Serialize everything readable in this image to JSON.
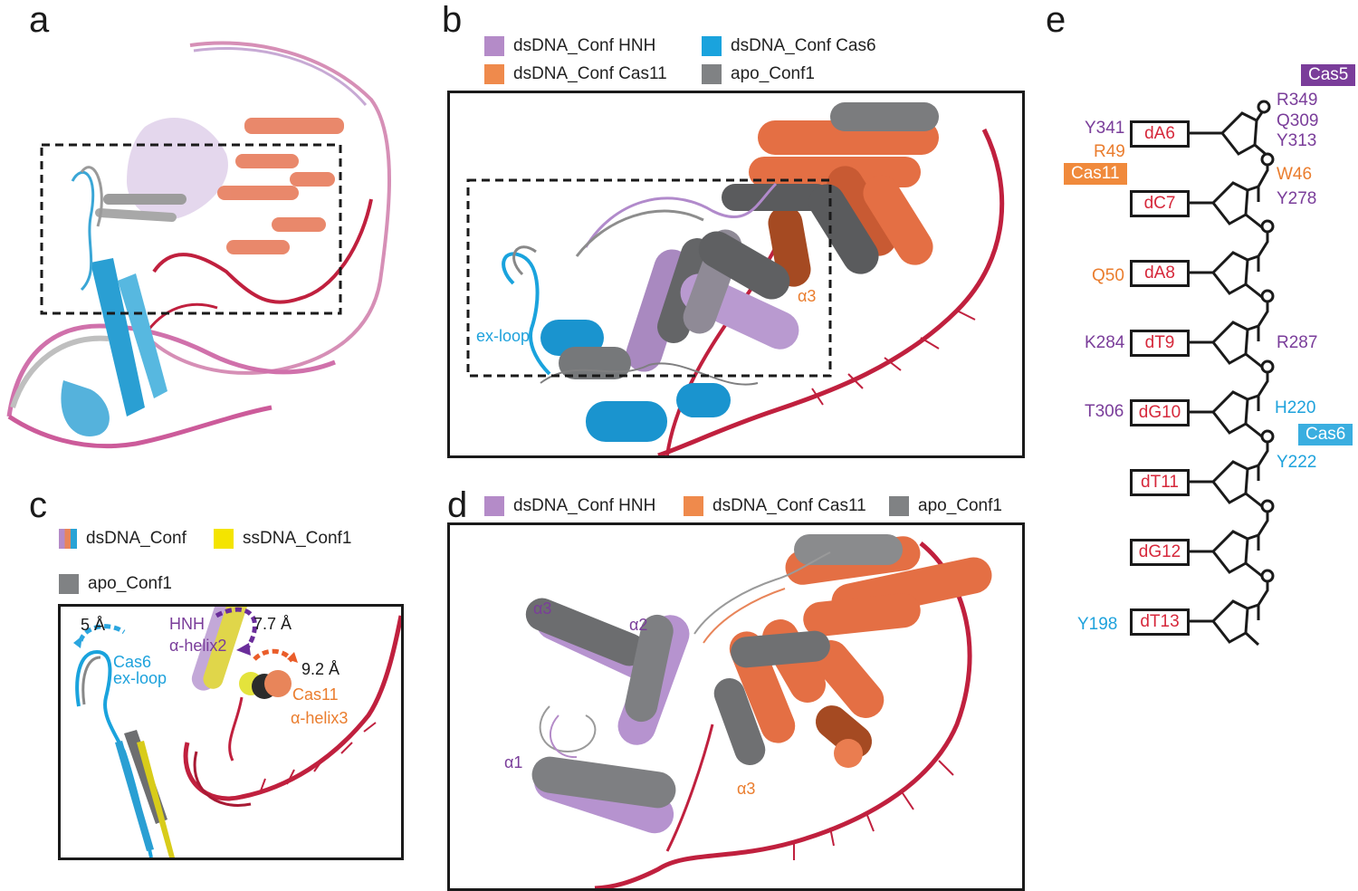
{
  "panels": {
    "a": {
      "label": "a"
    },
    "b": {
      "label": "b",
      "legend": [
        {
          "text": "dsDNA_Conf HNH",
          "color": "#b48bc8"
        },
        {
          "text": "dsDNA_Conf Cas6",
          "color": "#1aa3dd"
        },
        {
          "text": "dsDNA_Conf Cas11",
          "color": "#ef8a4c"
        },
        {
          "text": "apo_Conf1",
          "color": "#808284"
        }
      ],
      "labels": {
        "alpha3": "α3",
        "exloop": "ex-loop"
      }
    },
    "c": {
      "label": "c",
      "legend": [
        {
          "text": "dsDNA_Conf"
        },
        {
          "text": "ssDNA_Conf1",
          "color": "#f4e400"
        },
        {
          "text": "apo_Conf1",
          "color": "#808284"
        }
      ],
      "labels": {
        "dist_cas6": "5 Å",
        "cas6": "Cas6",
        "exloop": "ex-loop",
        "hnh": "HNH",
        "dist_hnh": "7.7 Å",
        "ahelix2": "α-helix2",
        "dist_cas11": "9.2 Å",
        "cas11": "Cas11",
        "ahelix3": "α-helix3"
      }
    },
    "d": {
      "label": "d",
      "legend": [
        {
          "text": "dsDNA_Conf HNH",
          "color": "#b48bc8"
        },
        {
          "text": "dsDNA_Conf Cas11",
          "color": "#ef8a4c"
        },
        {
          "text": "apo_Conf1",
          "color": "#808284"
        }
      ],
      "labels": {
        "a3_left": "α3",
        "a2": "α2",
        "a1": "α1",
        "a3_right": "α3"
      }
    },
    "e": {
      "label": "e",
      "tags": {
        "cas5": "Cas5",
        "cas11": "Cas11",
        "cas6": "Cas6"
      },
      "nucleotides": [
        "dA6",
        "dC7",
        "dA8",
        "dT9",
        "dG10",
        "dT11",
        "dG12",
        "dT13"
      ],
      "residues": {
        "r349": "R349",
        "q309": "Q309",
        "y313": "Y313",
        "y341": "Y341",
        "r49": "R49",
        "w46": "W46",
        "y278": "Y278",
        "q50": "Q50",
        "k284": "K284",
        "r287": "R287",
        "t306": "T306",
        "h220": "H220",
        "y222": "Y222",
        "y198": "Y198"
      }
    }
  },
  "colors": {
    "hnh": "#b48bc8",
    "cas6": "#1aa3dd",
    "cas11": "#ef8a4c",
    "apo": "#808284",
    "dna": "#c0203e",
    "ssdna": "#f4e400",
    "purple_text": "#7a3d9a",
    "orange_text": "#ea7d2e",
    "blue_text": "#1ea2dc",
    "cas5_tag": "#7a3d9a",
    "cas11_tag": "#f08a3c",
    "cas6_tag": "#3aaee0"
  }
}
